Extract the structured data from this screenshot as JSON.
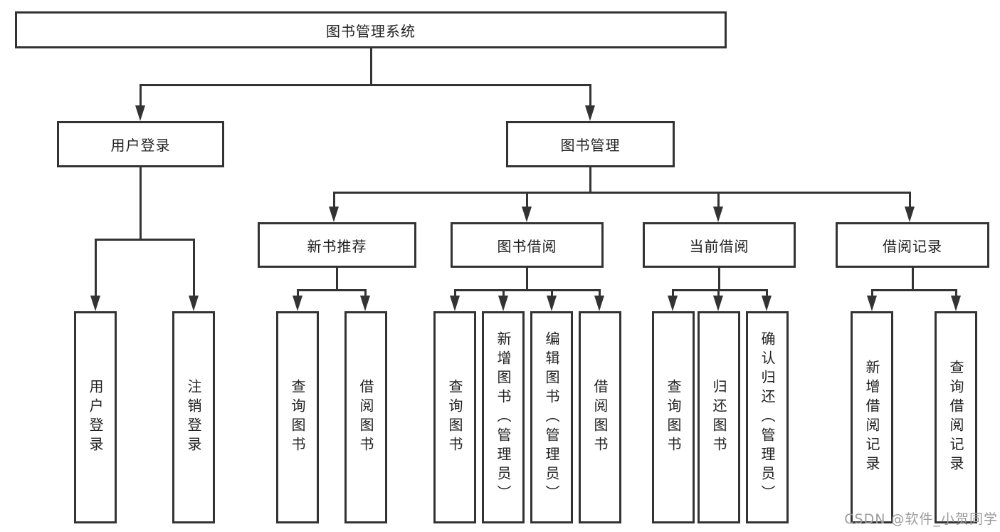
{
  "diagram": {
    "root": {
      "label": "图书管理系统"
    },
    "level2": [
      {
        "label": "用户登录"
      },
      {
        "label": "图书管理"
      }
    ],
    "level3": [
      {
        "label": "新书推荐"
      },
      {
        "label": "图书借阅"
      },
      {
        "label": "当前借阅"
      },
      {
        "label": "借阅记录"
      }
    ],
    "leaves": [
      {
        "label": "用户登录"
      },
      {
        "label": "注销登录"
      },
      {
        "label": "查询图书"
      },
      {
        "label": "借阅图书"
      },
      {
        "label": "查询图书"
      },
      {
        "label": "新增图书（管理员）"
      },
      {
        "label": "编辑图书（管理员）"
      },
      {
        "label": "借阅图书"
      },
      {
        "label": "查询图书"
      },
      {
        "label": "归还图书"
      },
      {
        "label": "确认归还（管理员）"
      },
      {
        "label": "新增借阅记录"
      },
      {
        "label": "查询借阅记录"
      }
    ]
  },
  "watermark": {
    "text": "CSDN @软件_小贺同学"
  },
  "colors": {
    "line": "#333333",
    "box_border": "#333333",
    "text": "#222222",
    "watermark": "#9b9b9b",
    "background": "#ffffff"
  }
}
